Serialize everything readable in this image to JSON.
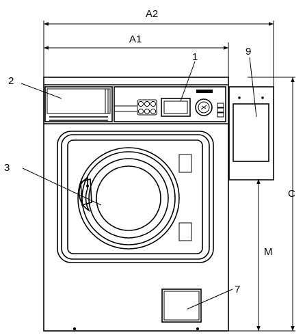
{
  "labels": {
    "dim_a2": "A2",
    "dim_a1": "A1",
    "dim_c": "C",
    "dim_m": "M",
    "part_1": "1",
    "part_2": "2",
    "part_3": "3",
    "part_7": "7",
    "part_9": "9"
  }
}
